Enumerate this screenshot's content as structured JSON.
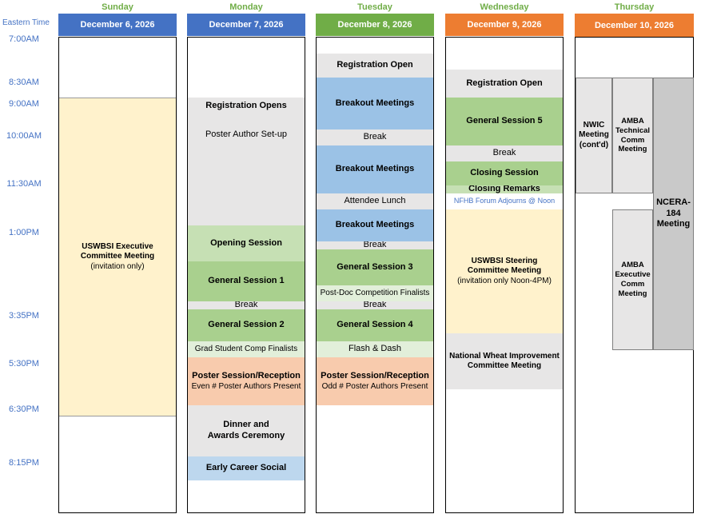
{
  "time_header": "Eastern Time",
  "time_labels": [
    "7:00AM",
    "8:30AM",
    "9:00AM",
    "10:00AM",
    "11:30AM",
    "1:00PM",
    "3:35PM",
    "5:30PM",
    "6:30PM",
    "8:15PM"
  ],
  "days": [
    {
      "name": "Sunday",
      "date": "December 6, 2026",
      "color": "#4472c4"
    },
    {
      "name": "Monday",
      "date": "December 7, 2026",
      "color": "#4472c4"
    },
    {
      "name": "Tuesday",
      "date": "December 8, 2026",
      "color": "#70ad47"
    },
    {
      "name": "Wednesday",
      "date": "December 9, 2026",
      "color": "#ed7d31"
    },
    {
      "name": "Thursday",
      "date": "December 10, 2026",
      "color": "#ed7d31"
    }
  ],
  "sunday": {
    "exec_title": "USWBSI Executive Committee Meeting",
    "exec_note": "(invitation only)"
  },
  "monday": {
    "registration": "Registration Opens",
    "poster_setup": "Poster Author Set-up",
    "opening": "Opening Session",
    "gs1": "General Session 1",
    "break": "Break",
    "gs2": "General Session 2",
    "grad_comp": "Grad Student Comp Finalists",
    "poster_session": "Poster Session/Reception",
    "poster_note": "Even # Poster Authors Present",
    "dinner": "Dinner and",
    "awards": "Awards Ceremony",
    "early_career": "Early Career Social"
  },
  "tuesday": {
    "registration": "Registration Open",
    "breakout1": "Breakout Meetings",
    "break1": "Break",
    "breakout2": "Breakout Meetings",
    "lunch": "Attendee Lunch",
    "breakout3": "Breakout Meetings",
    "break2": "Break",
    "gs3": "General Session 3",
    "postdoc": "Post-Doc Competition Finalists",
    "break3": "Break",
    "gs4": "General Session 4",
    "flash": "Flash & Dash",
    "poster_session": "Poster Session/Reception",
    "poster_note": "Odd # Poster Authors Present"
  },
  "wednesday": {
    "registration": "Registration Open",
    "gs5": "General Session 5",
    "break": "Break",
    "closing": "Closing Session",
    "closing_remarks": "Closing Remarks",
    "nfhb": "NFHB Forum Adjourns @ Noon",
    "steering_title": "USWBSI Steering Committee Meeting",
    "steering_note": "(invitation only Noon-4PM)",
    "nwic": "National Wheat Improvement Committee Meeting"
  },
  "thursday": {
    "nwic_line1": "NWIC",
    "nwic_line2": "Meeting",
    "nwic_line3": "(cont'd)",
    "amba_tech_1": "AMBA",
    "amba_tech_2": "Technical",
    "amba_tech_3": "Comm",
    "amba_tech_4": "Meeting",
    "ncera_1": "NCERA-",
    "ncera_2": "184",
    "ncera_3": "Meeting",
    "amba_exec_1": "AMBA",
    "amba_exec_2": "Executive",
    "amba_exec_3": "Comm",
    "amba_exec_4": "Meeting"
  }
}
